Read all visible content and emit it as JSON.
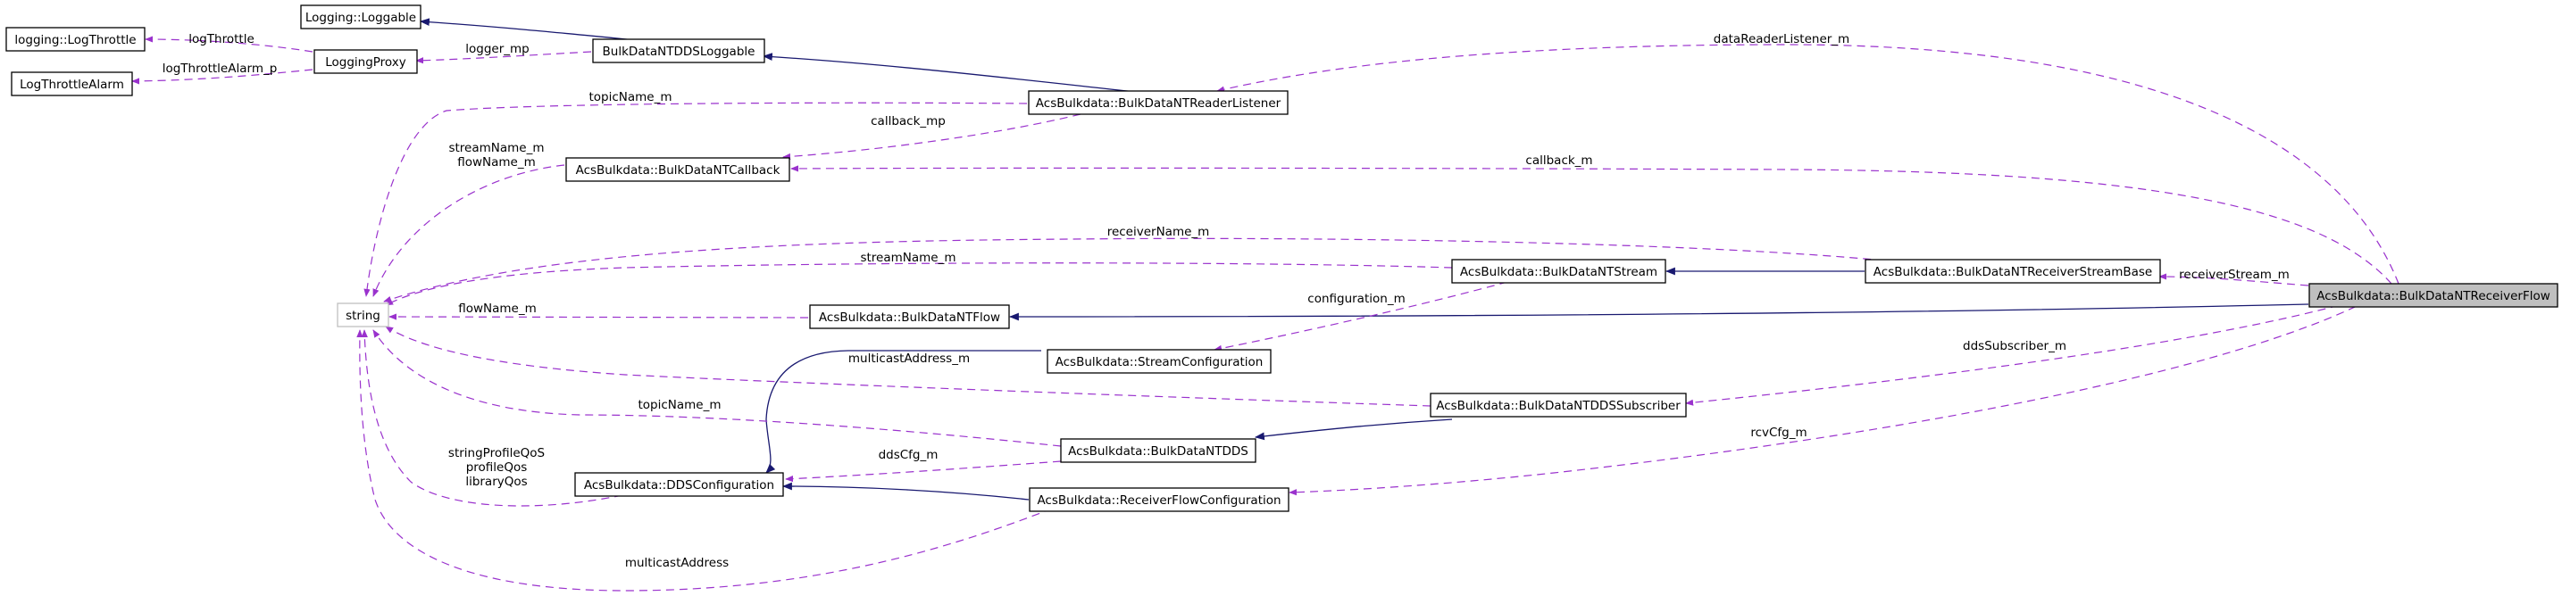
{
  "colors": {
    "uses_edge": "#9a32cd",
    "inheritance_edge": "#191970",
    "focus_fill": "#bfbfbf",
    "node_border": "#000000"
  },
  "nodes": {
    "log_throttle": "logging::LogThrottle",
    "log_throttle_alarm": "LogThrottleAlarm",
    "logging_proxy": "LoggingProxy",
    "loggable": "Logging::Loggable",
    "bd_ntdds_loggable": "BulkDataNTDDSLoggable",
    "reader_listener": "AcsBulkdata::BulkDataNTReaderListener",
    "nt_callback": "AcsBulkdata::BulkDataNTCallback",
    "string": "string",
    "nt_stream": "AcsBulkdata::BulkDataNTStream",
    "receiver_stream_base": "AcsBulkdata::BulkDataNTReceiverStreamBase",
    "receiver_flow": "AcsBulkdata::BulkDataNTReceiverFlow",
    "nt_flow": "AcsBulkdata::BulkDataNTFlow",
    "stream_configuration": "AcsBulkdata::StreamConfiguration",
    "ntdds_subscriber": "AcsBulkdata::BulkDataNTDDSSubscriber",
    "ntdds": "AcsBulkdata::BulkDataNTDDS",
    "dds_configuration": "AcsBulkdata::DDSConfiguration",
    "receiver_flow_configuration": "AcsBulkdata::ReceiverFlowConfiguration"
  },
  "edge_labels": {
    "log_throttle": "logThrottle",
    "log_throttle_alarm_p": "logThrottleAlarm_p",
    "logger_mp": "logger_mp",
    "data_reader_listener_m": "dataReaderListener_m",
    "topic_name_m_1": "topicName_m",
    "callback_mp": "callback_mp",
    "stream_name_m_1": "streamName_m",
    "flow_name_m_1": "flowName_m",
    "callback_m": "callback_m",
    "receiver_name_m": "receiverName_m",
    "stream_name_m_2": "streamName_m",
    "receiver_stream_m": "receiverStream_m",
    "flow_name_m_2": "flowName_m",
    "configuration_m": "configuration_m",
    "multicast_address_m": "multicastAddress_m",
    "dds_subscriber_m": "ddsSubscriber_m",
    "topic_name_m_2": "topicName_m",
    "dds_cfg_m": "ddsCfg_m",
    "rcv_cfg_m": "rcvCfg_m",
    "string_profile_qos": "stringProfileQoS",
    "profile_qos": "profileQos",
    "library_qos": "libraryQos",
    "multicast_address": "multicastAddress"
  }
}
